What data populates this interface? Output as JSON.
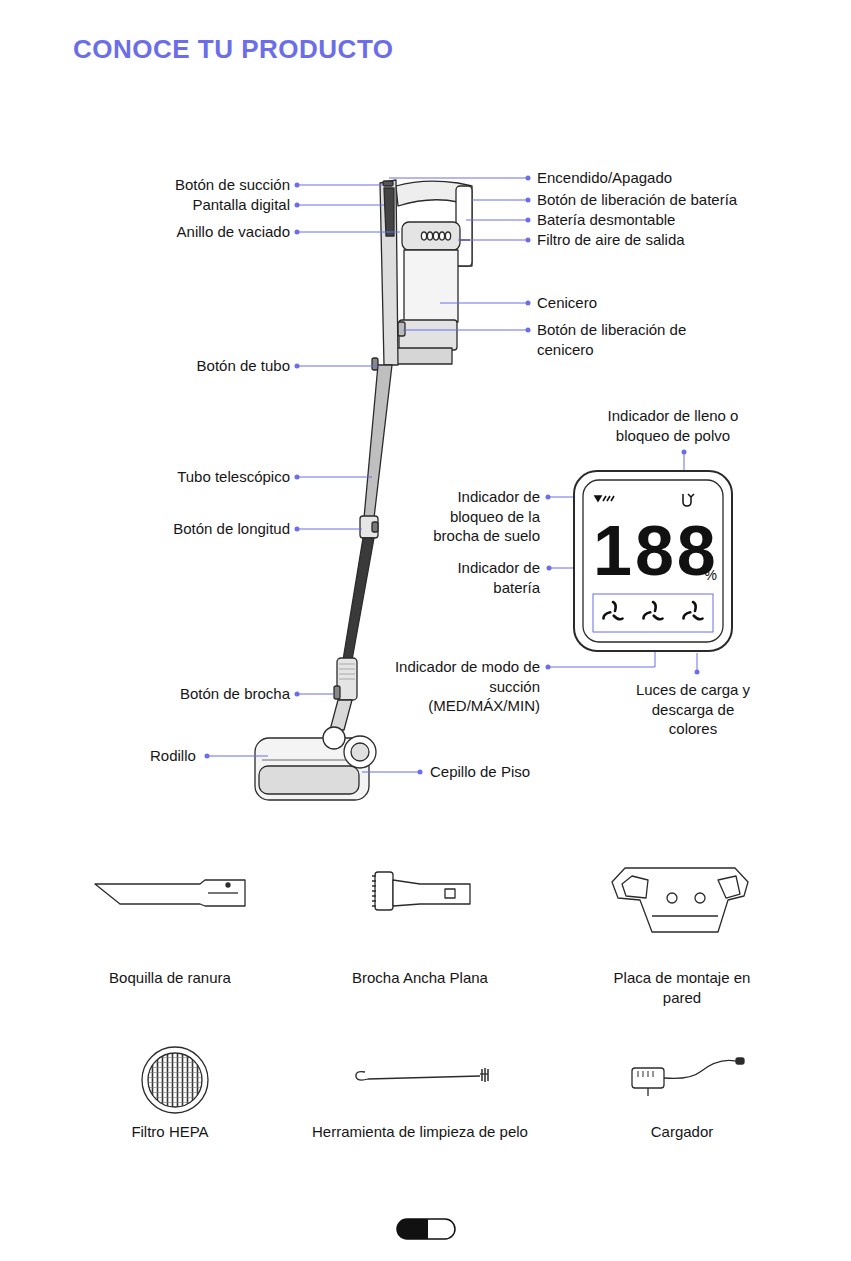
{
  "diagram": {
    "title": "CONOCE TU PRODUCTO",
    "nodes": [
      {
        "text": [
          "188",
          "%"
        ]
      }
    ],
    "labels": [
      "Botón de succión",
      "Encendido/Apagado",
      "Pantalla digital",
      "Botón de liberación de batería",
      "Batería desmontable",
      "Anillo de vaciado",
      "Filtro de aire de salida",
      "Cenicero",
      "Botón de liberación de cenicero",
      "Botón de tubo",
      "Indicador de lleno o bloqueo de polvo",
      "Tubo telescópico",
      "Indicador de bloqueo de la brocha de suelo",
      "Botón de longitud",
      "Indicador de batería",
      "Indicador de modo de succión (MED/MÁX/MIN)",
      "Luces de carga y descarga de colores",
      "Botón de brocha",
      "Rodillo",
      "Cepillo de Piso",
      "Boquilla de ranura",
      "Brocha Ancha Plana",
      "Placa de montaje en pared",
      "Filtro HEPA",
      "Herramienta de limpieza de pelo",
      "Cargador"
    ]
  }
}
